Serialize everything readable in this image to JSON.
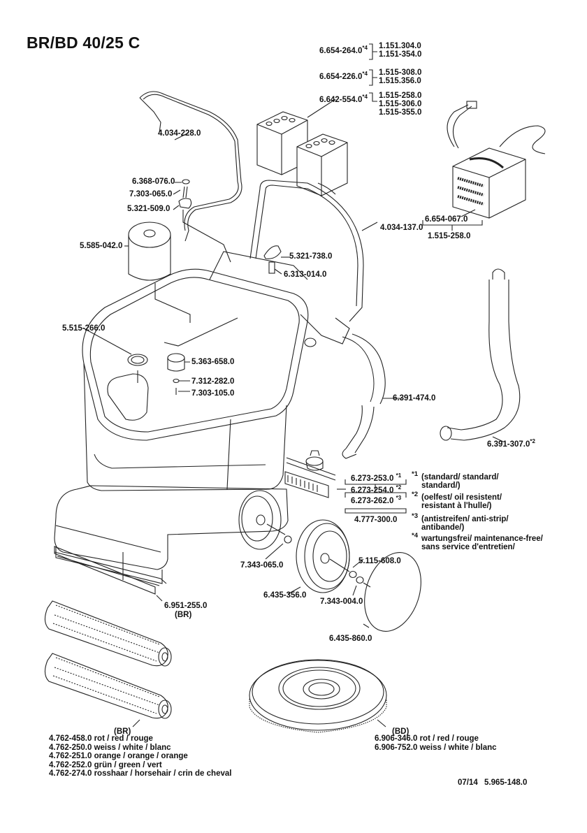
{
  "title": "BR/BD 40/25 C",
  "batteries": [
    {
      "part": "6.654-264.0",
      "mark": "*4",
      "alternatives": [
        "1.151.304.0",
        "1.151-354.0"
      ]
    },
    {
      "part": "6.654-226.0",
      "mark": "*4",
      "alternatives": [
        "1.515-308.0",
        "1.515.356.0"
      ]
    },
    {
      "part": "6.642-554.0",
      "mark": "*4",
      "alternatives": [
        "1.515-258.0",
        "1.515-306.0",
        "1.515-355.0"
      ]
    }
  ],
  "charger": {
    "part": "6.654-067.0",
    "machine": "1.515-258.0"
  },
  "parts": {
    "handle_bar": "4.034-228.0",
    "cap": "6.368-076.0",
    "screw_1": "7.303-065.0",
    "bracket": "5.321-509.0",
    "filter": "5.585-042.0",
    "push_handle": "4.034-137.0",
    "knob": "5.321-738.0",
    "pin": "6.313-014.0",
    "tank_lid_plug": "5.515-266.0",
    "float": "5.363-658.0",
    "washer": "7.312-282.0",
    "screw_2": "7.303-105.0",
    "suction_hose": "6.391-474.0",
    "drain_hose": "6.391-307.0",
    "drain_hose_mark": "*2",
    "squeegee_lip": "6.951-255.0",
    "squeegee_lip_note": "(BR)",
    "wheel_washer": "7.343-065.0",
    "wheel": "6.435-356.0",
    "disc_ring": "5.115-608.0",
    "lock_washer": "7.343-004.0",
    "hubcap": "6.435-860.0"
  },
  "squeegee_set": [
    {
      "part": "6.273-253.0",
      "mark": "*1"
    },
    {
      "part": "6.273-254.0",
      "mark": "*2"
    },
    {
      "part": "6.273-262.0",
      "mark": "*3"
    }
  ],
  "squeegee_assembly": "4.777-300.0",
  "footnotes": [
    {
      "mark": "*1",
      "lines": [
        "(standard/ standard/",
        "standard/)"
      ]
    },
    {
      "mark": "*2",
      "lines": [
        "(oelfest/ oil resistent/",
        "resistant à l'hulle/)"
      ]
    },
    {
      "mark": "*3",
      "lines": [
        "(antistreifen/ anti-strip/",
        "antibande/)"
      ]
    },
    {
      "mark": "*4",
      "lines": [
        "wartungsfrei/ maintenance-free/",
        "sans service d'entretien/"
      ]
    }
  ],
  "roller_brushes": {
    "heading": "(BR)",
    "items": [
      "4.762-458.0 rot / red / rouge",
      "4.762-250.0 weiss / white / blanc",
      "4.762-251.0 orange / orange / orange",
      "4.762-252.0 grün / green / vert",
      "4.762-274.0 rosshaar / horsehair / crin de cheval"
    ]
  },
  "disc_brushes": {
    "heading": "(BD)",
    "items": [
      "6.906-346.0 rot / red / rouge",
      "6.906-752.0 weiss / white / blanc"
    ]
  },
  "footer": {
    "date": "07/14",
    "doc_number": "5.965-148.0"
  }
}
